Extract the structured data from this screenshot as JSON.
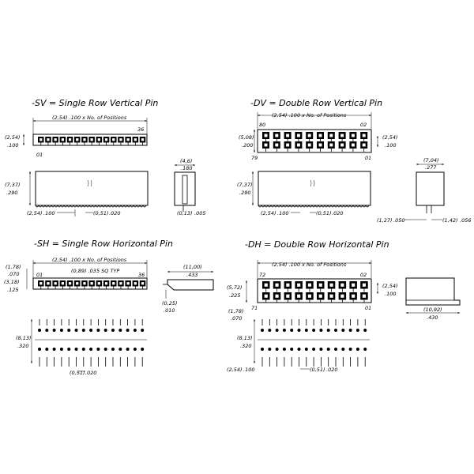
{
  "sections": {
    "sv": {
      "title": "-SV = Single Row Vertical Pin",
      "pitch_label": "(2,54) .100 x No. of Positions",
      "row_mm": "(2,54)",
      "row_in": ".100",
      "first_pin": "01",
      "last_pin": "36",
      "height_mm": "(7,37)",
      "height_in": ".290",
      "pitch_mm": "(2,54)",
      "pitch_in": ".100",
      "pin_mm": "(0,51)",
      "pin_in": ".020",
      "side_width_mm": "(4,6)",
      "side_width_in": ".180",
      "side_pin_mm": "(0,13)",
      "side_pin_in": ".005"
    },
    "dv": {
      "title": "-DV = Double Row Vertical Pin",
      "pitch_label": "(2,54) .100 x No. of Positions",
      "first_top": "80",
      "last_top": "02",
      "first_bottom": "79",
      "last_bottom": "01",
      "rows_mm": "(5,08)",
      "rows_in": ".200",
      "row_mm": "(2,54)",
      "row_in": ".100",
      "height_mm": "(7,37)",
      "height_in": ".290",
      "pitch_mm": "(2,54)",
      "pitch_in": ".100",
      "pin_mm": "(0,51)",
      "pin_in": ".020",
      "side_width_mm": "(7,04)",
      "side_width_in": ".277",
      "side_left_mm": "(1,27)",
      "side_left_in": ".050",
      "side_right_mm": "(1,42)",
      "side_right_in": ".056"
    },
    "sh": {
      "title": "-SH = Single Row Horizontal Pin",
      "pitch_label": "(2,54) .100 x No. of Positions",
      "sq_label": "(0,89) .035 SQ TYP",
      "first_pin": "01",
      "last_pin": "36",
      "top_mm": "(1,78)",
      "top_in": ".070",
      "base_mm": "(3,18)",
      "base_in": ".125",
      "side_width_mm": "(11,00)",
      "side_width_in": ".433",
      "side_pin_mm": "(0,25)",
      "side_pin_in": ".010",
      "height_mm": "(8,13)",
      "height_in": ".320",
      "pin_mm": "(0,51)",
      "pin_in": ".020"
    },
    "dh": {
      "title": "-DH = Double Row Horizontal Pin",
      "pitch_label": "(2,54) .100 x No. of Positions",
      "first_top": "72",
      "last_top": "02",
      "first_bottom": "71",
      "last_bottom": "01",
      "rows_mm": "(5,72)",
      "rows_in": ".225",
      "bottom_mm": "(1,78)",
      "bottom_in": ".070",
      "row_mm": "(2,54)",
      "row_in": ".100",
      "height_mm": "(8,13)",
      "height_in": ".320",
      "pitch_mm": "(2,54)",
      "pitch_in": ".100",
      "pin_mm": "(0,51)",
      "pin_in": ".020",
      "side_width_mm": "(10,92)",
      "side_width_in": ".430"
    }
  }
}
